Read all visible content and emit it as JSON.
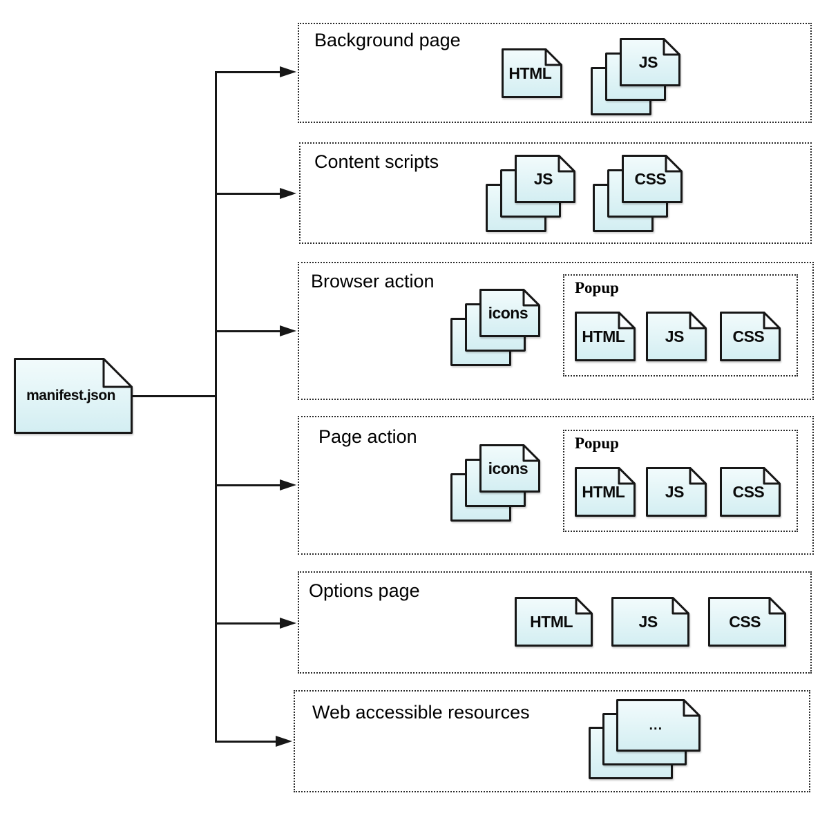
{
  "manifest": {
    "label": "manifest.json"
  },
  "sections": [
    {
      "label": "Background page",
      "files": [
        {
          "label": "HTML",
          "type": "single"
        },
        {
          "label": "JS",
          "type": "stack"
        }
      ]
    },
    {
      "label": "Content scripts",
      "files": [
        {
          "label": "JS",
          "type": "stack"
        },
        {
          "label": "CSS",
          "type": "stack"
        }
      ]
    },
    {
      "label": "Browser action",
      "files": [
        {
          "label": "icons",
          "type": "stack"
        }
      ],
      "popup": {
        "label": "Popup",
        "files": [
          {
            "label": "HTML"
          },
          {
            "label": "JS"
          },
          {
            "label": "CSS"
          }
        ]
      }
    },
    {
      "label": "Page action",
      "files": [
        {
          "label": "icons",
          "type": "stack"
        }
      ],
      "popup": {
        "label": "Popup",
        "files": [
          {
            "label": "HTML"
          },
          {
            "label": "JS"
          },
          {
            "label": "CSS"
          }
        ]
      }
    },
    {
      "label": "Options page",
      "files": [
        {
          "label": "HTML",
          "type": "single"
        },
        {
          "label": "JS",
          "type": "single"
        },
        {
          "label": "CSS",
          "type": "single"
        }
      ]
    },
    {
      "label": "Web accessible resources",
      "files": [
        {
          "label": "...",
          "type": "stack"
        }
      ]
    }
  ],
  "colors": {
    "file_fill_top": "#f2fbfc",
    "file_fill_bottom": "#d3eef2",
    "outline": "#171717",
    "background": "#ffffff"
  }
}
